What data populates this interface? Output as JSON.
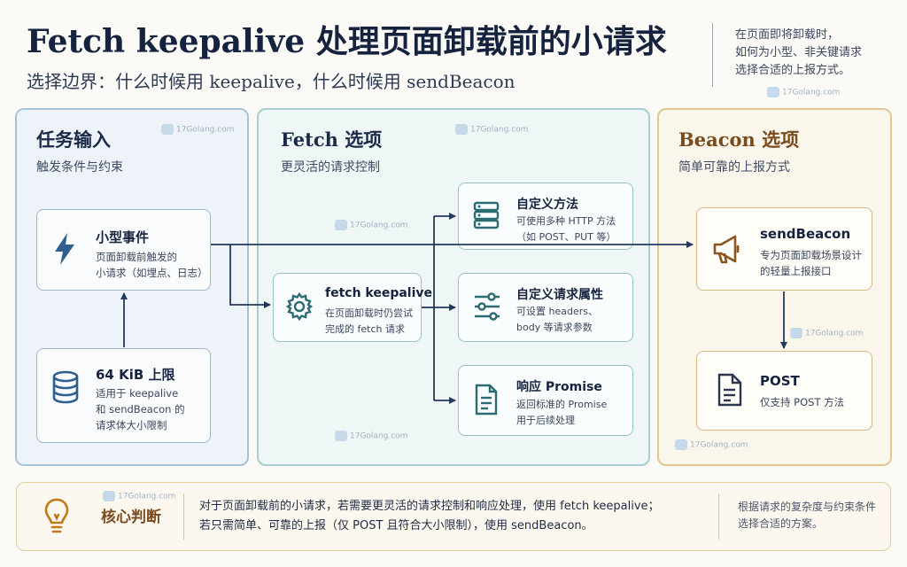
{
  "header": {
    "title": "Fetch keepalive 处理页面卸载前的小请求",
    "subtitle": "选择边界：什么时候用 keepalive，什么时候用 sendBeacon",
    "note_lines": [
      "在页面即将卸载时，",
      "如何为小型、非关键请求",
      "选择合适的上报方式。"
    ]
  },
  "watermark": {
    "text": "17Golang.com"
  },
  "panels": {
    "input": {
      "title": "任务输入",
      "subtitle": "触发条件与约束",
      "nodes": [
        {
          "title": "小型事件",
          "desc_lines": [
            "页面卸载前触发的",
            "小请求（如埋点、日志）"
          ],
          "icon": "lightning-icon"
        },
        {
          "title": "64 KiB 上限",
          "desc_lines": [
            "适用于 keepalive",
            "和 sendBeacon 的",
            "请求体大小限制"
          ],
          "icon": "database-icon"
        }
      ]
    },
    "fetch": {
      "title": "Fetch 选项",
      "subtitle": "更灵活的请求控制",
      "main_node": {
        "title": "fetch keepalive",
        "desc_lines": [
          "在页面卸载时仍尝试",
          "完成的 fetch 请求"
        ],
        "icon": "gear-icon"
      },
      "options": [
        {
          "title": "自定义方法",
          "desc_lines": [
            "可使用多种 HTTP 方法",
            "（如 POST、PUT 等）"
          ],
          "icon": "server-icon"
        },
        {
          "title": "自定义请求属性",
          "desc_lines": [
            "可设置 headers、",
            "body 等请求参数"
          ],
          "icon": "sliders-icon"
        },
        {
          "title": "响应 Promise",
          "desc_lines": [
            "返回标准的 Promise",
            "用于后续处理"
          ],
          "icon": "document-icon"
        }
      ]
    },
    "beacon": {
      "title": "Beacon 选项",
      "subtitle": "简单可靠的上报方式",
      "nodes": [
        {
          "title": "sendBeacon",
          "desc_lines": [
            "专为页面卸载场景设计",
            "的轻量上报接口"
          ],
          "icon": "megaphone-icon"
        },
        {
          "title": "POST",
          "desc_lines": [
            "仅支持 POST 方法"
          ],
          "icon": "file-icon"
        }
      ]
    }
  },
  "summary": {
    "title": "核心判断",
    "icon": "lightbulb-icon",
    "text_lines": [
      "对于页面卸载前的小请求，若需要更灵活的请求控制和响应处理，使用 fetch keepalive；",
      "若只需简单、可靠的上报（仅 POST 且符合大小限制），使用 sendBeacon。"
    ],
    "note_lines": [
      "根据请求的复杂度与约束条件",
      "选择合适的方案。"
    ]
  },
  "colors": {
    "navy": "#1b2a48",
    "icon_blue": "#2f5f8f",
    "icon_teal": "#2c6b72",
    "icon_brown": "#8a5620",
    "arrow": "#233a5e"
  }
}
